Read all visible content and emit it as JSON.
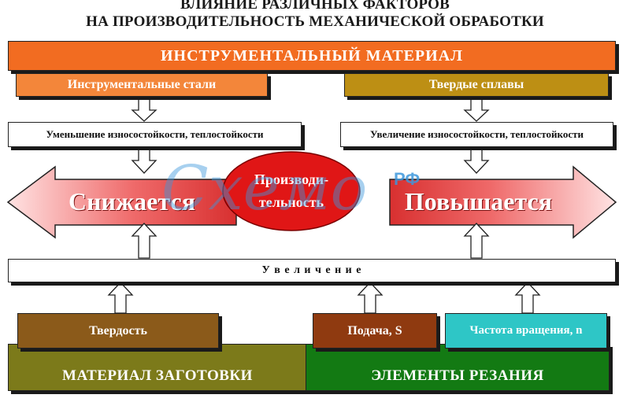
{
  "title": {
    "line1": "ВЛИЯНИЕ РАЗЛИЧНЫХ ФАКТОРОВ",
    "line2": "НА ПРОИЗВОДИТЕЛЬНОСТЬ МЕХАНИЧЕСКОЙ ОБРАБОТКИ"
  },
  "tool_material": {
    "header": "ИНСТРУМЕНТАЛЬНЫЙ МАТЕРИАЛ",
    "steels": "Инструментальные стали",
    "hard_alloys": "Твердые сплавы",
    "decrease_note": "Уменьшение износостойкости, теплостойкости",
    "increase_note": "Увеличение износостойкости, теплостойкости"
  },
  "productivity": {
    "decreases": "Снижается",
    "center_line1": "Производи-",
    "center_line2": "тельность",
    "increases": "Повышается"
  },
  "increase_bar": "У в е л и ч е н и е",
  "workpiece": {
    "footer": "МАТЕРИАЛ  ЗАГОТОВКИ",
    "hardness": "Твердость"
  },
  "cutting": {
    "footer": "ЭЛЕМЕНТЫ  РЕЗАНИЯ",
    "feed": "Подача, S",
    "rotation": "Частота вращения, n"
  },
  "watermark": {
    "text": "Схемо",
    "rf": "РФ"
  },
  "colors": {
    "orange": "#f26c21",
    "orange_light": "#f3863a",
    "gold": "#bd8f14",
    "red_arrow": "#e23b3b",
    "ellipse": "#e01616",
    "olive": "#7c7a1a",
    "brown": "#8b5a1a",
    "rust": "#8f3a10",
    "green": "#137a13",
    "teal": "#2ec6c6"
  }
}
